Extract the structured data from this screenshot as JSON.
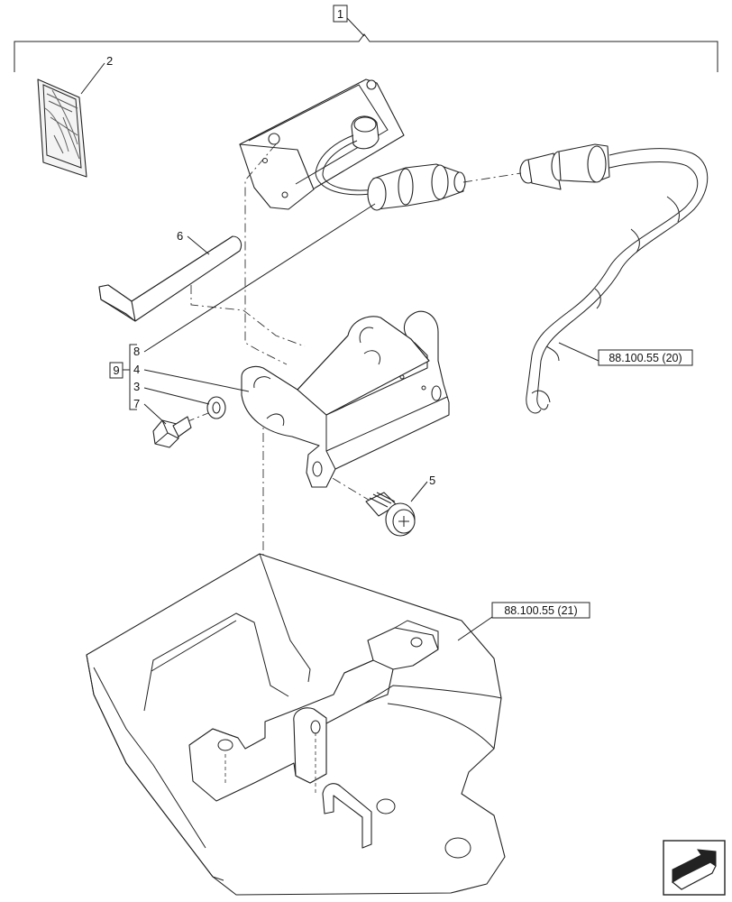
{
  "callouts": {
    "assembly": "1",
    "manual": "2",
    "washer": "3",
    "bracket": "4",
    "screw": "5",
    "strap": "6",
    "bolt": "7",
    "lamp_cable": "8",
    "kit": "9"
  },
  "references": {
    "harness": "88.100.55 (20)",
    "support": "88.100.55 (21)"
  }
}
